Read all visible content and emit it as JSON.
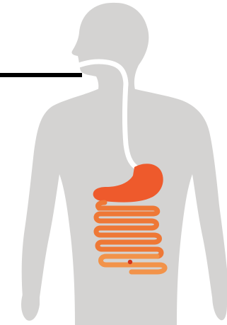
{
  "colors": {
    "background": "#ffffff",
    "body_silhouette": "#d4d3d2",
    "digestive_tract": "#ffffff",
    "stomach": "#ee5a2c",
    "small_intestine": "#ee7836",
    "large_intestine": "#f2934a",
    "marker_dot": "#d4341d",
    "pointer_line": "#000000"
  },
  "icons": {
    "body": "human-silhouette",
    "organ_highlight": "stomach",
    "pointer": "horizontal-callout-line"
  }
}
